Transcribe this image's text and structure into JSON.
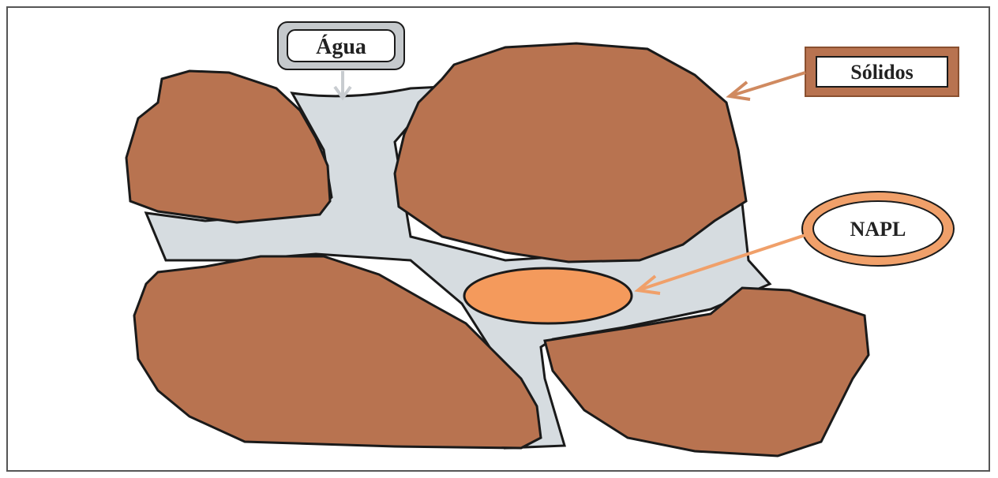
{
  "labels": {
    "water": "Água",
    "solids": "Sólidos",
    "napl": "NAPL"
  },
  "colors": {
    "solid_fill": "#b87350",
    "solid_outline": "#1a1a1a",
    "water_fill": "#d6dce0",
    "napl_fill": "#f49a5c",
    "arrow_orange": "#f0a06a",
    "arrow_water": "#c8ccd0",
    "label_box_brown": "#b87350",
    "label_box_gray": "#c5c9cc"
  }
}
